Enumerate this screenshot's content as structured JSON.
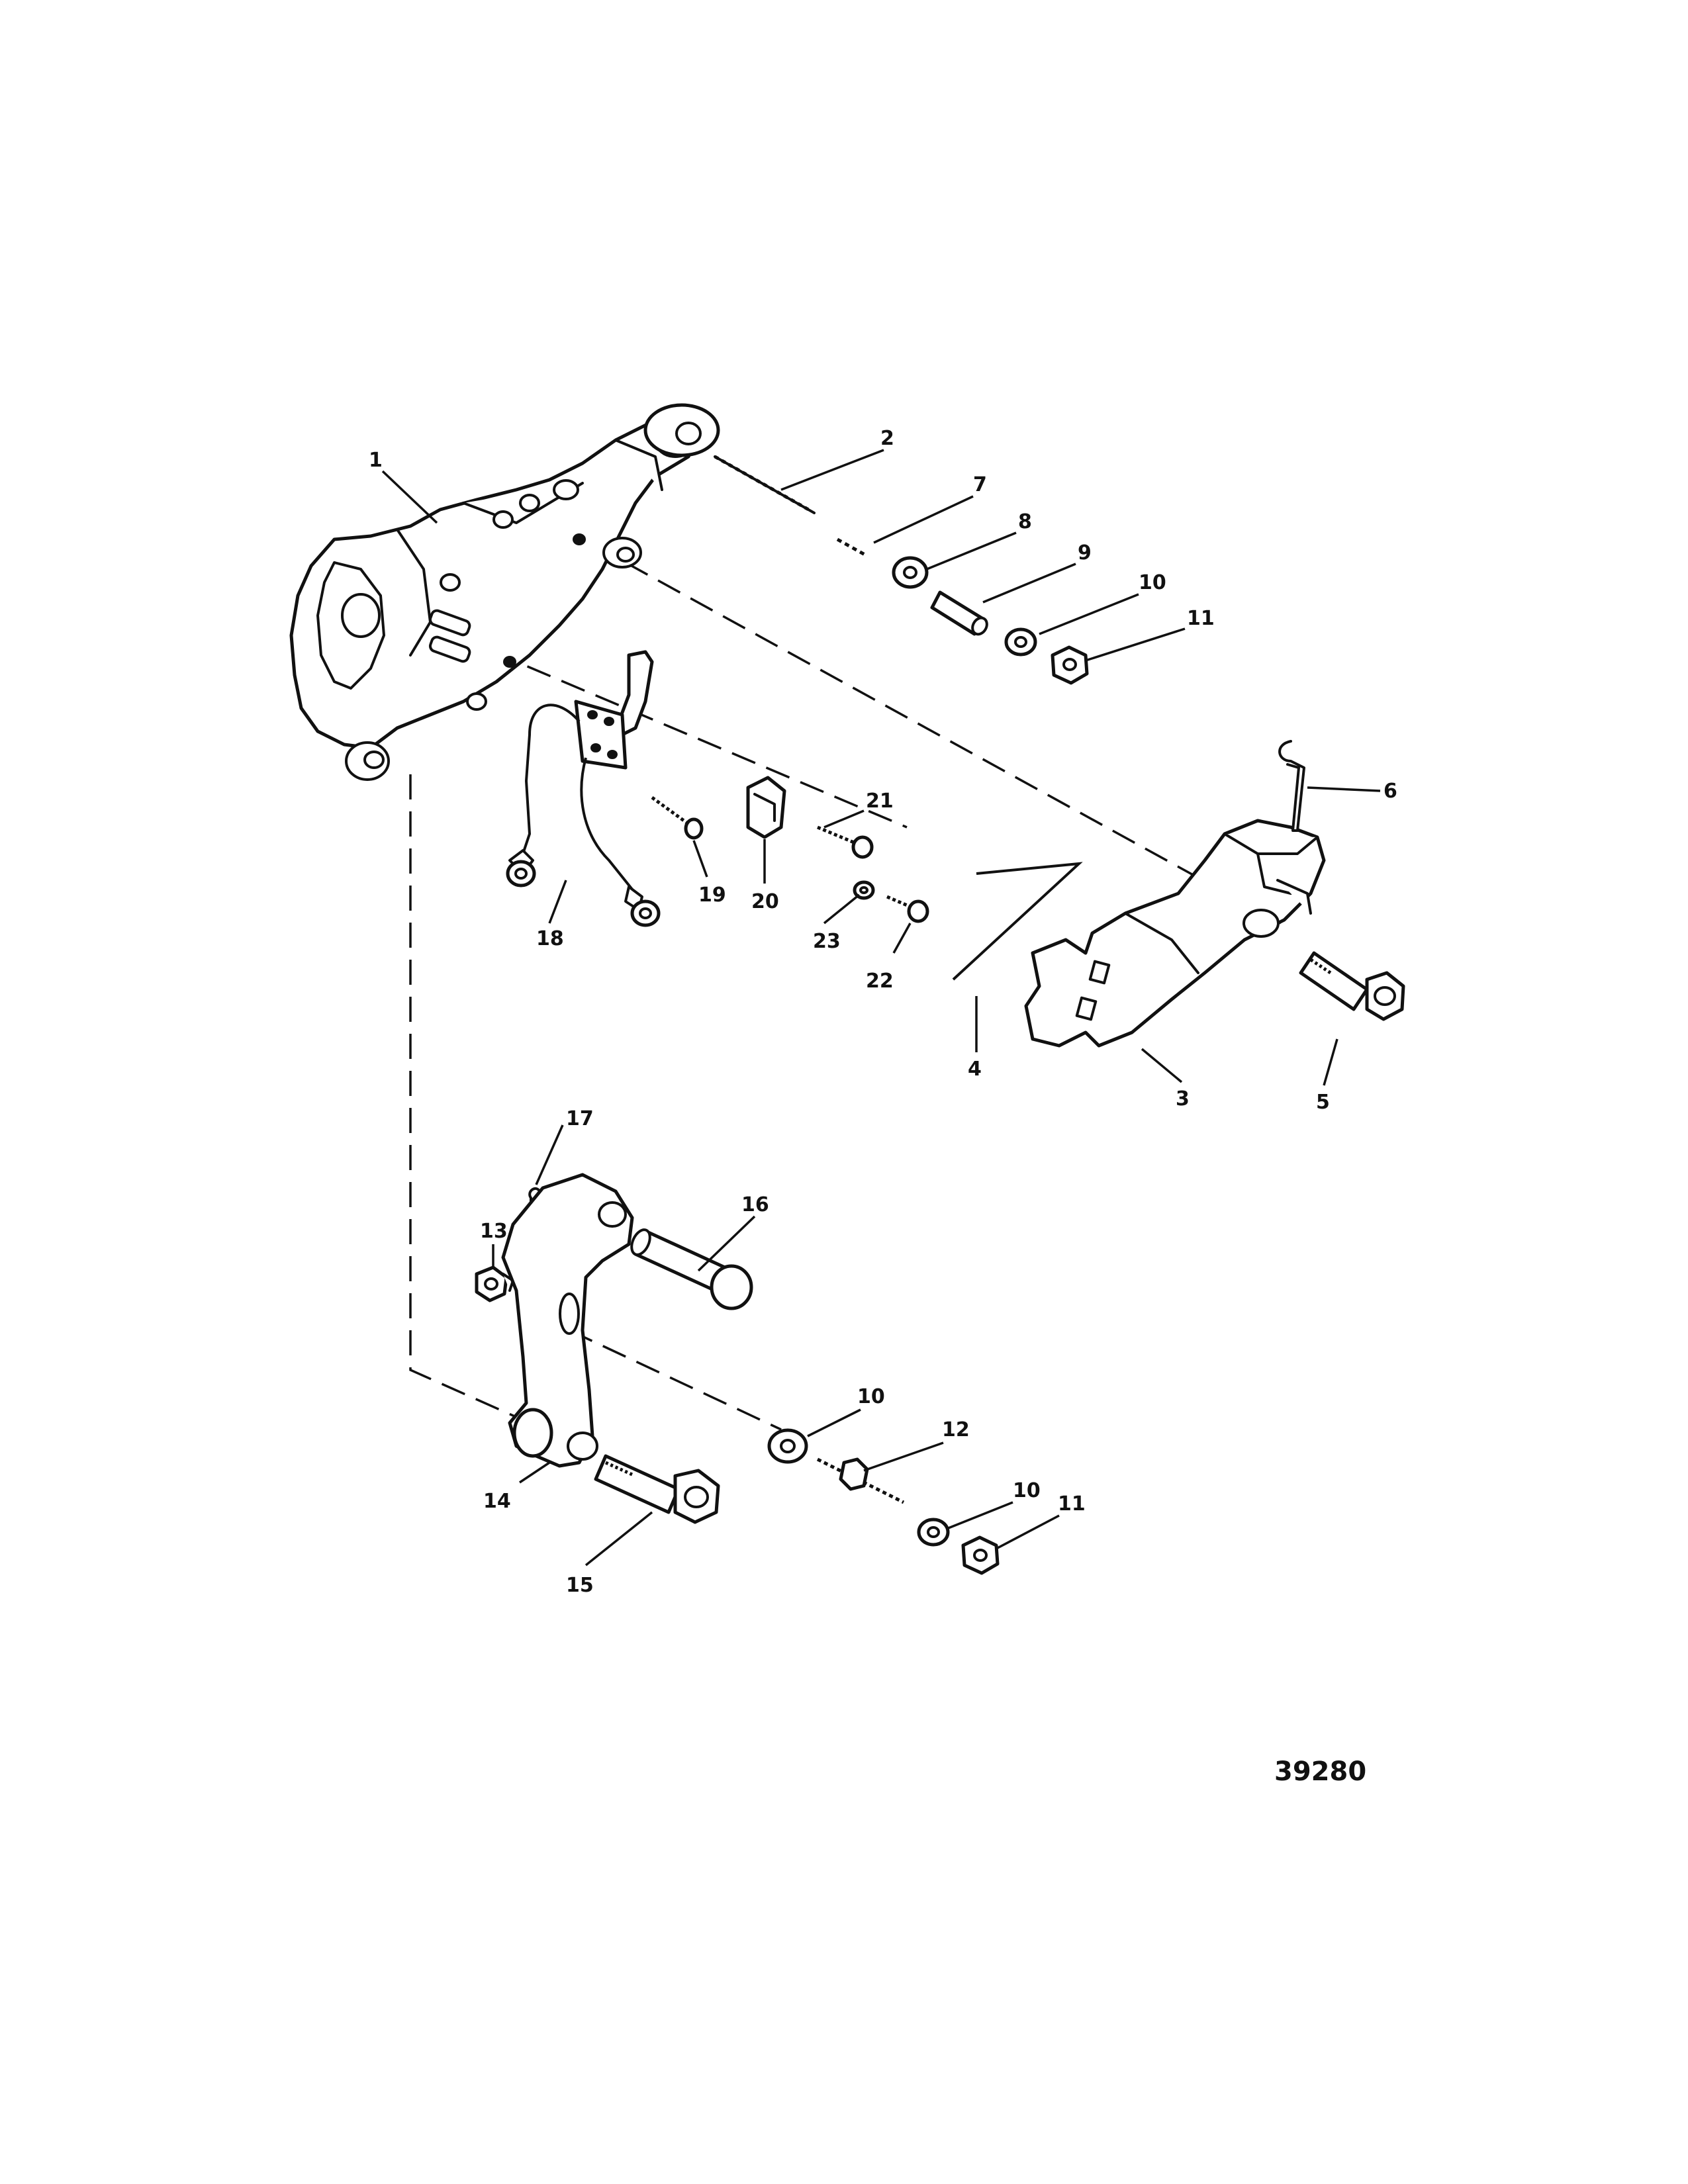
{
  "figure_number": "39280",
  "callouts": {
    "c1": "1",
    "c2": "2",
    "c3": "3",
    "c4": "4",
    "c5": "5",
    "c6": "6",
    "c7": "7",
    "c8": "8",
    "c9": "9",
    "c10a": "10",
    "c11a": "11",
    "c12": "12",
    "c10b": "10",
    "c10c": "10",
    "c11b": "11",
    "c13": "13",
    "c14": "14",
    "c15": "15",
    "c16": "16",
    "c17": "17",
    "c18": "18",
    "c19": "19",
    "c20": "20",
    "c21": "21",
    "c22": "22",
    "c23": "23"
  }
}
